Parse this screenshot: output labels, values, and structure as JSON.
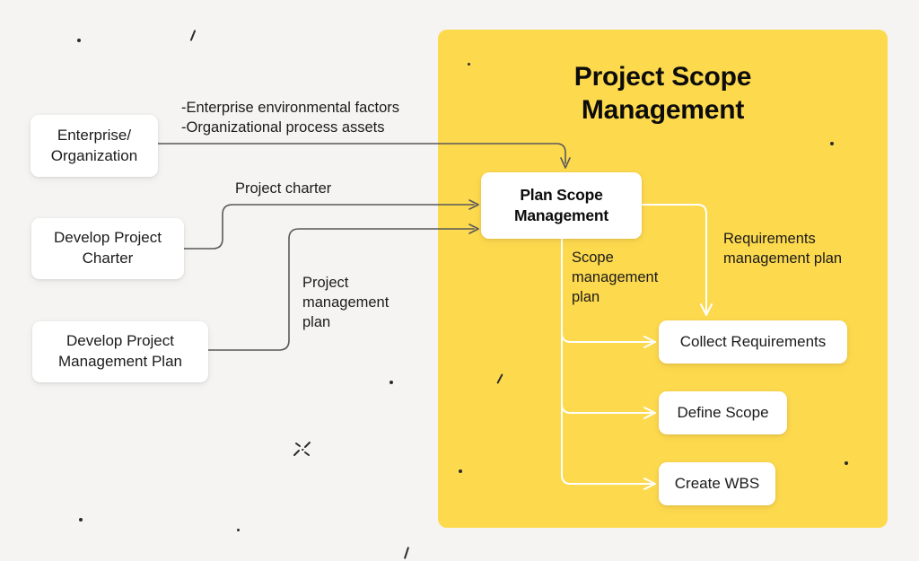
{
  "canvas": {
    "background_color": "#f5f4f2",
    "panel_color": "#fdd94e",
    "node_color": "#ffffff",
    "dark_wire_color": "#58585a",
    "white_wire_color": "#ffffff"
  },
  "panel": {
    "title": "Project Scope\nManagement"
  },
  "nodes": {
    "enterprise": {
      "label": "Enterprise/\nOrganization"
    },
    "develop_charter": {
      "label": "Develop Project\nCharter"
    },
    "develop_pm_plan": {
      "label": "Develop Project\nManagement Plan"
    },
    "plan_scope_management": {
      "label": "Plan Scope\nManagement"
    },
    "collect_requirements": {
      "label": "Collect Requirements"
    },
    "define_scope": {
      "label": "Define Scope"
    },
    "create_wbs": {
      "label": "Create WBS"
    }
  },
  "edge_labels": {
    "enterprise_outputs": "-Enterprise environmental factors\n-Organizational process assets",
    "project_charter": "Project charter",
    "project_management_plan": "Project\nmanagement\nplan",
    "scope_management_plan": "Scope\nmanagement\nplan",
    "requirements_management_plan": "Requirements\nmanagement plan"
  }
}
